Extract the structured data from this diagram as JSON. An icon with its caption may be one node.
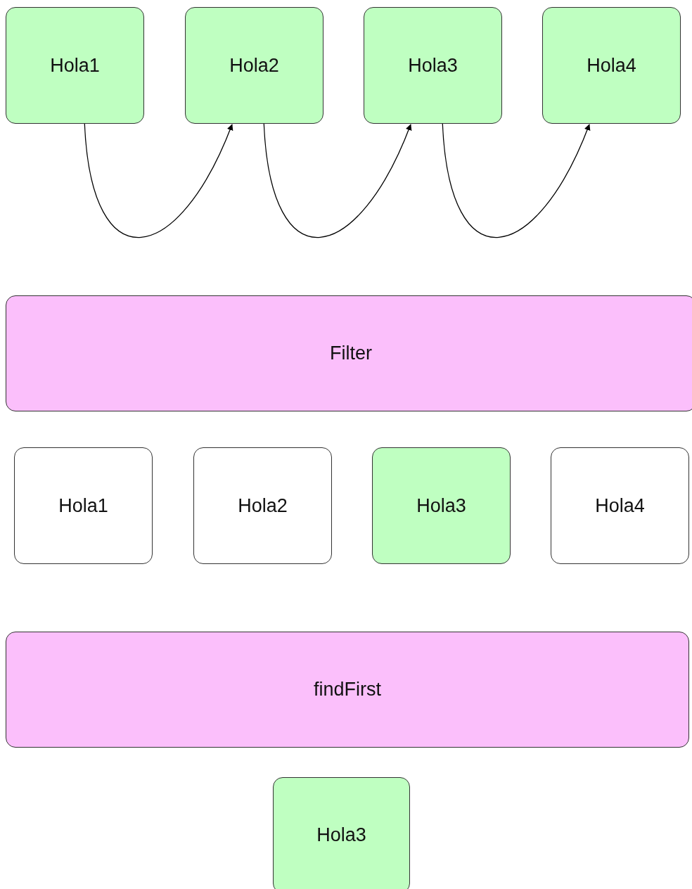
{
  "diagram": {
    "nodes": [
      {
        "text": [
          "Hola1"
        ]
      },
      {
        "text": [
          "Hola2"
        ]
      },
      {
        "text": [
          "Hola3"
        ]
      },
      {
        "text": [
          "Hola4"
        ]
      },
      {
        "text": [
          "Filter"
        ]
      },
      {
        "text": [
          "Hola1"
        ]
      },
      {
        "text": [
          "Hola2"
        ]
      },
      {
        "text": [
          "Hola3"
        ]
      },
      {
        "text": [
          "Hola4"
        ]
      },
      {
        "text": [
          "findFirst"
        ]
      },
      {
        "text": [
          "Hola3"
        ]
      }
    ],
    "edges": [
      {
        "from": 0,
        "to": 1,
        "arrow": "to"
      },
      {
        "from": 1,
        "to": 2,
        "arrow": "to"
      },
      {
        "from": 2,
        "to": 3,
        "arrow": "to"
      }
    ]
  }
}
